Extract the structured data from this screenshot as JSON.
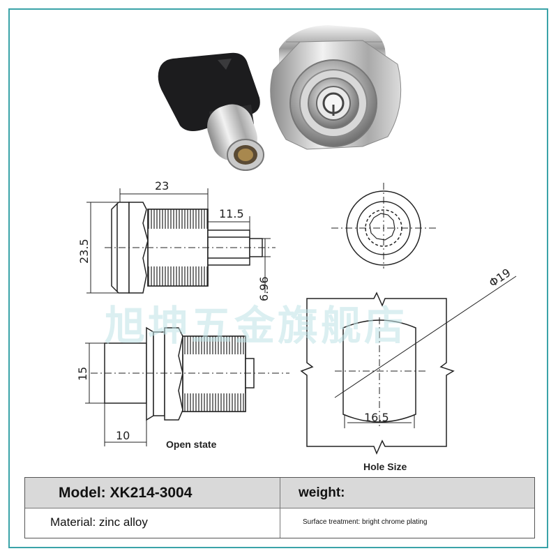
{
  "watermark": "旭坤五金旗舰店",
  "dimensions": {
    "length": "23",
    "plug": "11.5",
    "height": "23.5",
    "plug_dia": "6.96",
    "barrel": "15",
    "front": "10",
    "hole_dia": "Φ19",
    "hole_flat": "16.5"
  },
  "captions": {
    "open_state": "Open state",
    "hole_size": "Hole Size"
  },
  "spec": {
    "model": "Model: XK214-3004",
    "weight": "weight:",
    "material": "Material: zinc alloy",
    "surface": "Surface treatment: bright chrome plating"
  },
  "colors": {
    "frame": "#3aa3a8",
    "header_bg": "#d9d9d9",
    "key_head": "#1c1c1e",
    "chrome": "#c8c8c8"
  }
}
